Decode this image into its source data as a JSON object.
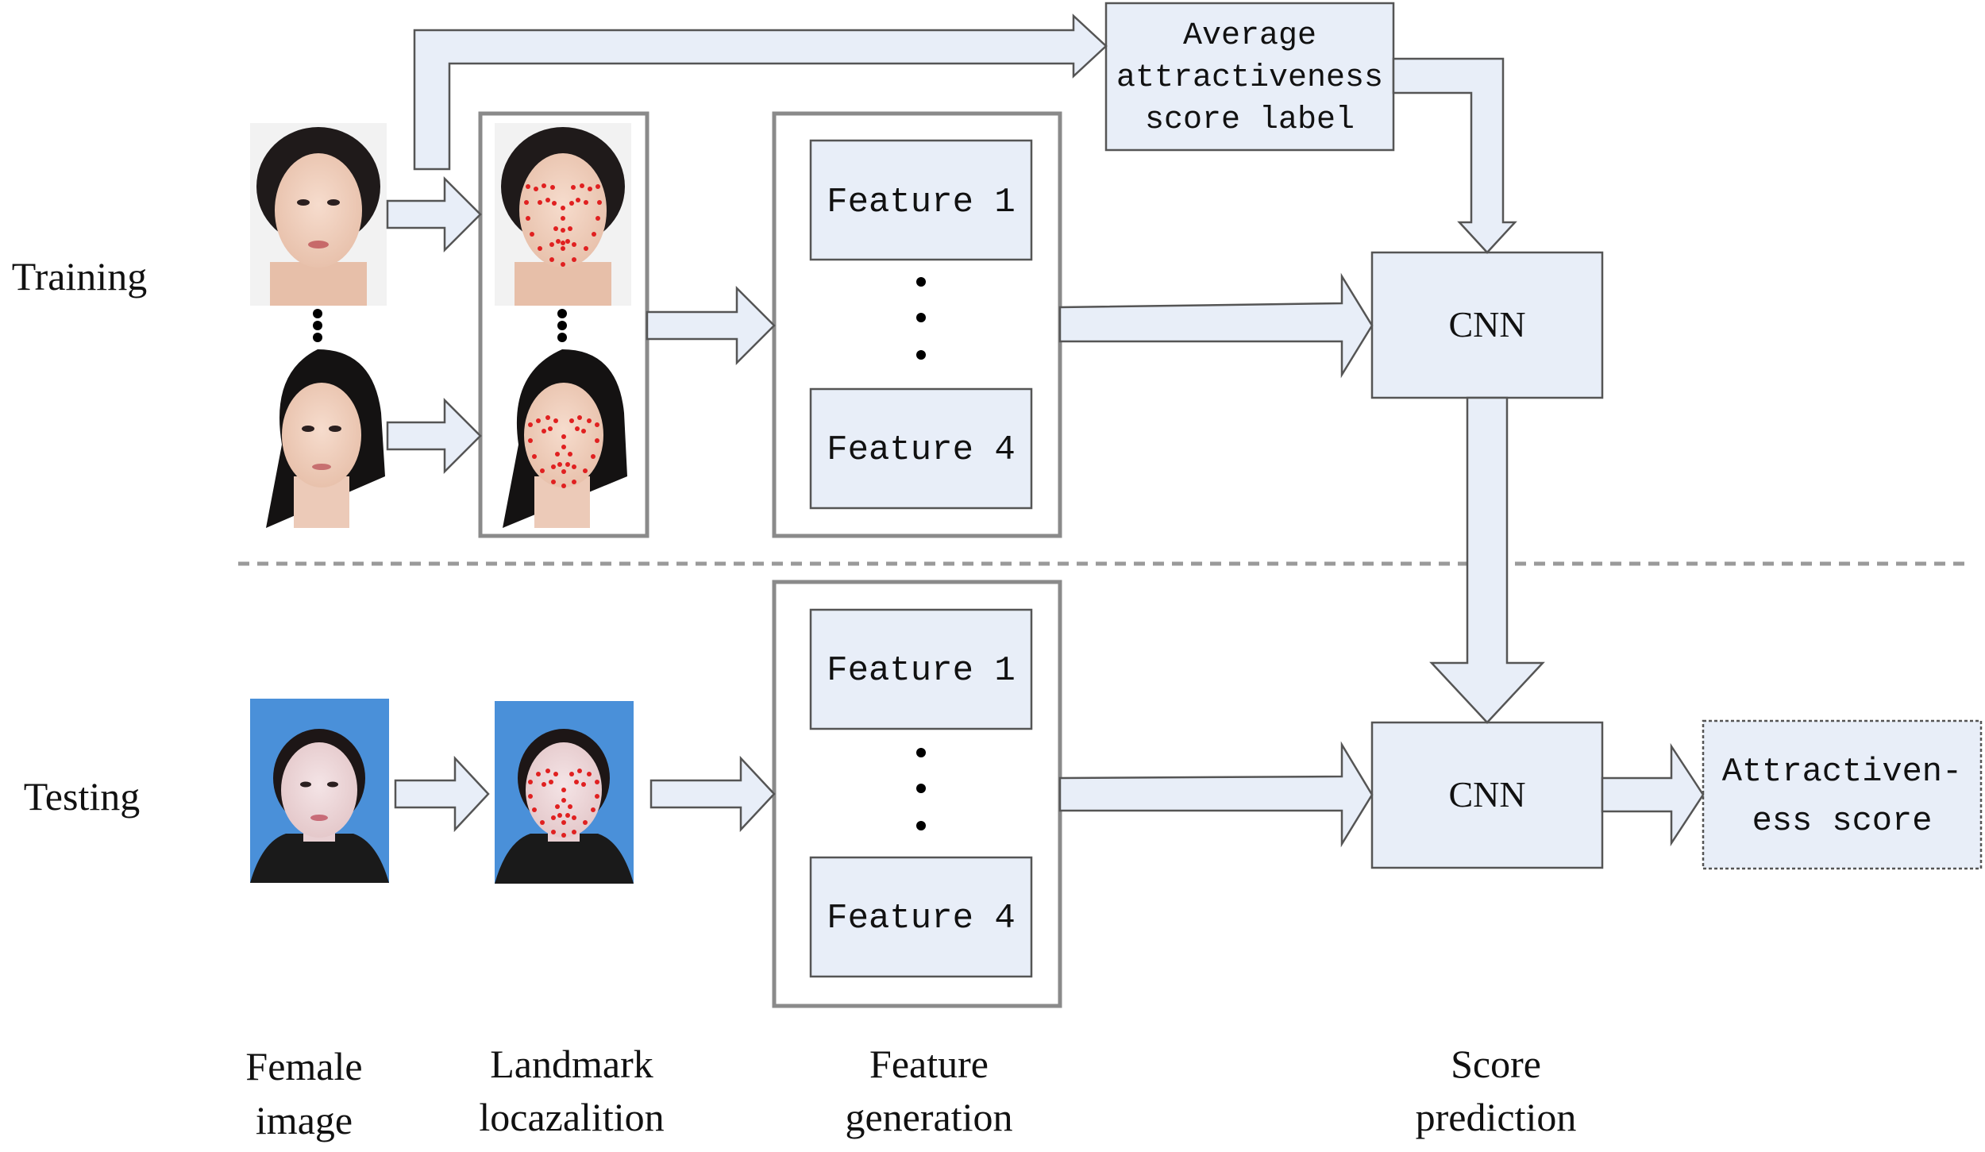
{
  "rows": {
    "training": "Training",
    "testing": "Testing"
  },
  "boxes": {
    "average_label": [
      "Average",
      "attractiveness",
      "score label"
    ],
    "cnn_train": "CNN",
    "cnn_test": "CNN",
    "attractiveness_score": [
      "Attractiven-",
      "ess score"
    ]
  },
  "features": {
    "train_top": "Feature 1",
    "train_bottom": "Feature 4",
    "test_top": "Feature 1",
    "test_bottom": "Feature 4"
  },
  "stages": {
    "female_image": [
      "Female",
      "image"
    ],
    "landmark_localization": [
      "Landmark",
      "locazalition"
    ],
    "feature_generation": [
      "Feature",
      "generation"
    ],
    "score_prediction": [
      "Score",
      "prediction"
    ]
  },
  "colors": {
    "box_fill": "#e8eef8",
    "box_stroke": "#555555",
    "group_stroke": "#8a8a8a",
    "landmark_dot": "#e02020",
    "photo_blue_bg": "#4a90d9",
    "photo_white_bg": "#f2f2f2",
    "divider": "#9a9a9a"
  }
}
